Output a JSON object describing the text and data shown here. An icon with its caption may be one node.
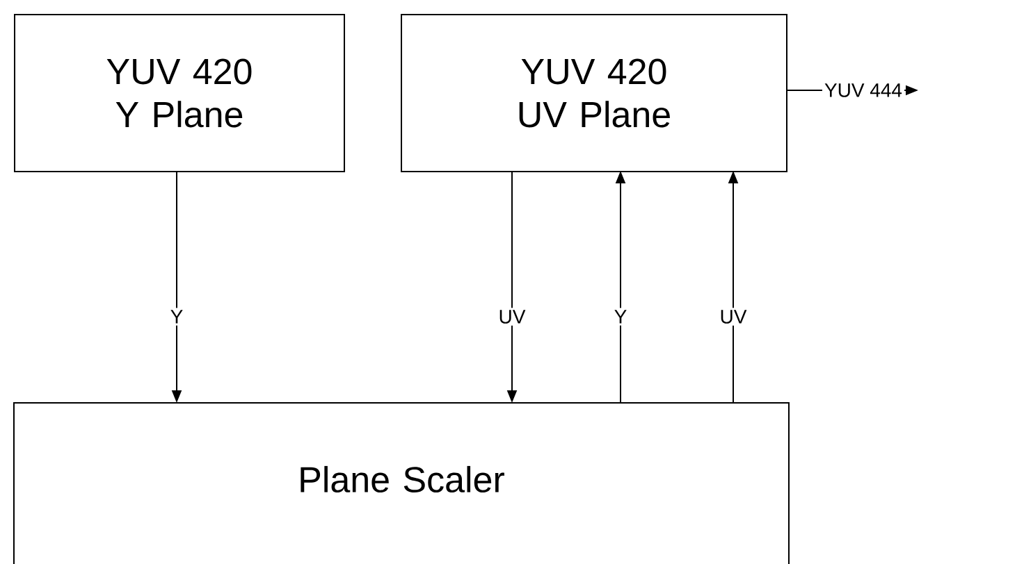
{
  "diagram": {
    "nodes": [
      {
        "text": [
          "YUV 420 Y Plane"
        ]
      },
      {
        "text": [
          "YUV 420 UV Plane"
        ]
      },
      {
        "text": [
          "Plane Scaler"
        ]
      }
    ],
    "edges": [
      {
        "from": 0,
        "to": 2,
        "arrow": "to",
        "label": "Y"
      },
      {
        "from": 1,
        "to": 2,
        "arrow": "to",
        "label": "UV"
      },
      {
        "from": 2,
        "to": 1,
        "arrow": "to",
        "label": "Y"
      },
      {
        "from": 2,
        "to": 1,
        "arrow": "to",
        "label": "UV"
      },
      {
        "from": 1,
        "to": null,
        "arrow": "to",
        "label": "YUV 444"
      }
    ]
  }
}
